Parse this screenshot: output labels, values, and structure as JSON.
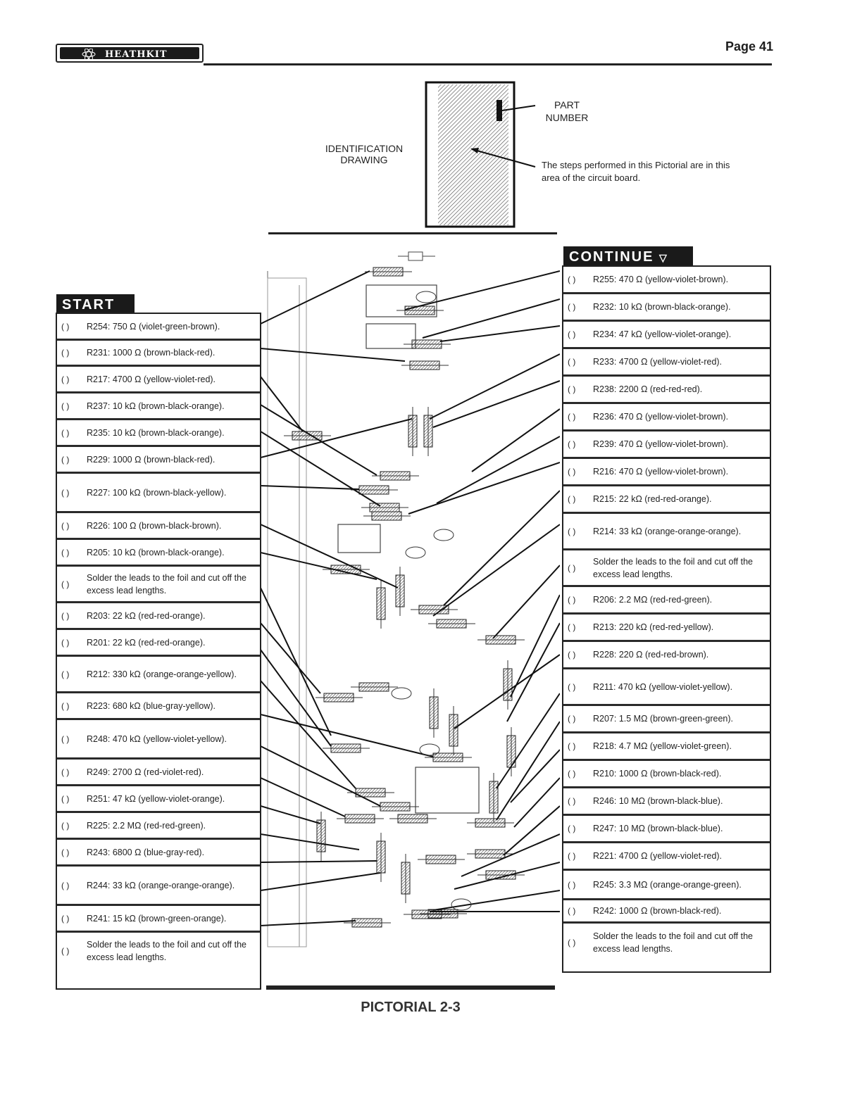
{
  "header": {
    "logo_text": "HEATHKIT",
    "page_number": "Page 41"
  },
  "identification": {
    "title_line1": "IDENTIFICATION",
    "title_line2": "DRAWING",
    "part_line1": "PART",
    "part_line2": "NUMBER",
    "note": "The steps performed in this Pictorial are in this area of the circuit board."
  },
  "start_label": "START",
  "continue_label": "CONTINUE",
  "left_steps": [
    {
      "check": "(  )",
      "text": "R254: 750 Ω (violet-green-brown)."
    },
    {
      "check": "(  )",
      "text": "R231: 1000 Ω (brown-black-red)."
    },
    {
      "check": "(  )",
      "text": "R217: 4700 Ω (yellow-violet-red)."
    },
    {
      "check": "(  )",
      "text": "R237: 10 kΩ (brown-black-orange)."
    },
    {
      "check": "(  )",
      "text": "R235: 10 kΩ (brown-black-orange)."
    },
    {
      "check": "(  )",
      "text": "R229: 1000 Ω (brown-black-red)."
    },
    {
      "check": "(  )",
      "text": "R227: 100 kΩ (brown-black-yellow)."
    },
    {
      "check": "(  )",
      "text": "R226: 100 Ω (brown-black-brown)."
    },
    {
      "check": "(  )",
      "text": "R205: 10 kΩ (brown-black-orange)."
    },
    {
      "check": "(  )",
      "text": "Solder the leads to the foil and cut off the excess lead lengths."
    },
    {
      "check": "(  )",
      "text": "R203: 22 kΩ (red-red-orange)."
    },
    {
      "check": "(  )",
      "text": "R201: 22 kΩ (red-red-orange)."
    },
    {
      "check": "(  )",
      "text": "R212: 330 kΩ (orange-orange-yellow)."
    },
    {
      "check": "(  )",
      "text": "R223: 680 kΩ (blue-gray-yellow)."
    },
    {
      "check": "(  )",
      "text": "R248: 470 kΩ (yellow-violet-yellow)."
    },
    {
      "check": "(  )",
      "text": "R249: 2700 Ω (red-violet-red)."
    },
    {
      "check": "(  )",
      "text": "R251: 47 kΩ (yellow-violet-orange)."
    },
    {
      "check": "(  )",
      "text": "R225: 2.2 MΩ (red-red-green)."
    },
    {
      "check": "(  )",
      "text": "R243: 6800 Ω (blue-gray-red)."
    },
    {
      "check": "(  )",
      "text": "R244: 33 kΩ (orange-orange-orange)."
    },
    {
      "check": "(  )",
      "text": "R241: 15 kΩ (brown-green-orange)."
    },
    {
      "check": "(  )",
      "text": "Solder the leads to the foil and cut off the excess lead lengths."
    }
  ],
  "right_steps": [
    {
      "check": "(  )",
      "text": "R255: 470 Ω (yellow-violet-brown)."
    },
    {
      "check": "(  )",
      "text": "R232: 10 kΩ (brown-black-orange)."
    },
    {
      "check": "(  )",
      "text": "R234: 47 kΩ (yellow-violet-orange)."
    },
    {
      "check": "(  )",
      "text": "R233: 4700 Ω (yellow-violet-red)."
    },
    {
      "check": "(  )",
      "text": "R238: 2200 Ω (red-red-red)."
    },
    {
      "check": "(  )",
      "text": "R236: 470 Ω (yellow-violet-brown)."
    },
    {
      "check": "(  )",
      "text": "R239: 470 Ω (yellow-violet-brown)."
    },
    {
      "check": "(  )",
      "text": "R216: 470 Ω (yellow-violet-brown)."
    },
    {
      "check": "(  )",
      "text": "R215: 22 kΩ (red-red-orange)."
    },
    {
      "check": "(  )",
      "text": "R214: 33 kΩ (orange-orange-orange)."
    },
    {
      "check": "(  )",
      "text": "Solder the leads to the foil and cut off the excess lead lengths."
    },
    {
      "check": "(  )",
      "text": "R206: 2.2 MΩ (red-red-green)."
    },
    {
      "check": "(  )",
      "text": "R213: 220 kΩ (red-red-yellow)."
    },
    {
      "check": "(  )",
      "text": "R228: 220 Ω (red-red-brown)."
    },
    {
      "check": "(  )",
      "text": "R211: 470 kΩ (yellow-violet-yellow)."
    },
    {
      "check": "(  )",
      "text": "R207: 1.5 MΩ (brown-green-green)."
    },
    {
      "check": "(  )",
      "text": "R218: 4.7 MΩ (yellow-violet-green)."
    },
    {
      "check": "(  )",
      "text": "R210: 1000 Ω (brown-black-red)."
    },
    {
      "check": "(  )",
      "text": "R246: 10 MΩ (brown-black-blue)."
    },
    {
      "check": "(  )",
      "text": "R247: 10 MΩ (brown-black-blue)."
    },
    {
      "check": "(  )",
      "text": "R221: 4700 Ω (yellow-violet-red)."
    },
    {
      "check": "(  )",
      "text": "R245: 3.3 MΩ (orange-orange-green)."
    },
    {
      "check": "(  )",
      "text": "R242: 1000 Ω (brown-black-red)."
    },
    {
      "check": "(  )",
      "text": "Solder the leads to the foil and cut off the excess lead lengths."
    }
  ],
  "caption": "PICTORIAL 2-3"
}
